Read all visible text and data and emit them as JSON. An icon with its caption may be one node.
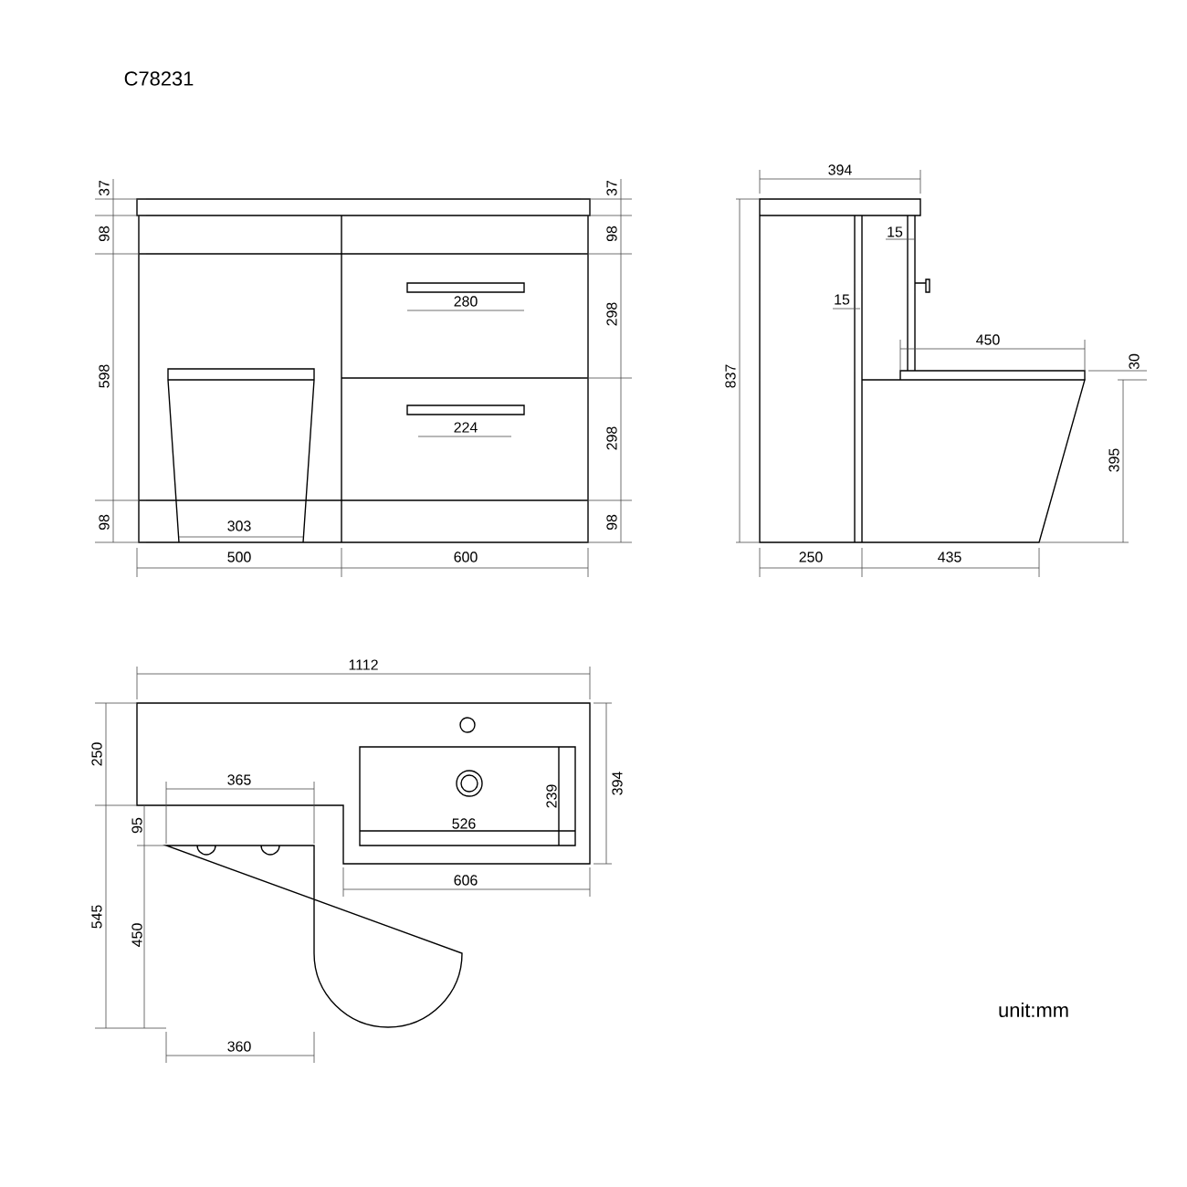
{
  "diagram": {
    "labels": [
      "C78231",
      "37",
      "37",
      "98",
      "98",
      "598",
      "298",
      "298",
      "98",
      "98",
      "280",
      "224",
      "303",
      "500",
      "600",
      "394",
      "15",
      "15",
      "837",
      "450",
      "30",
      "395",
      "250",
      "435",
      "1112",
      "250",
      "365",
      "394",
      "239",
      "95",
      "526",
      "606",
      "545",
      "450",
      "360",
      "unit:mm"
    ]
  }
}
